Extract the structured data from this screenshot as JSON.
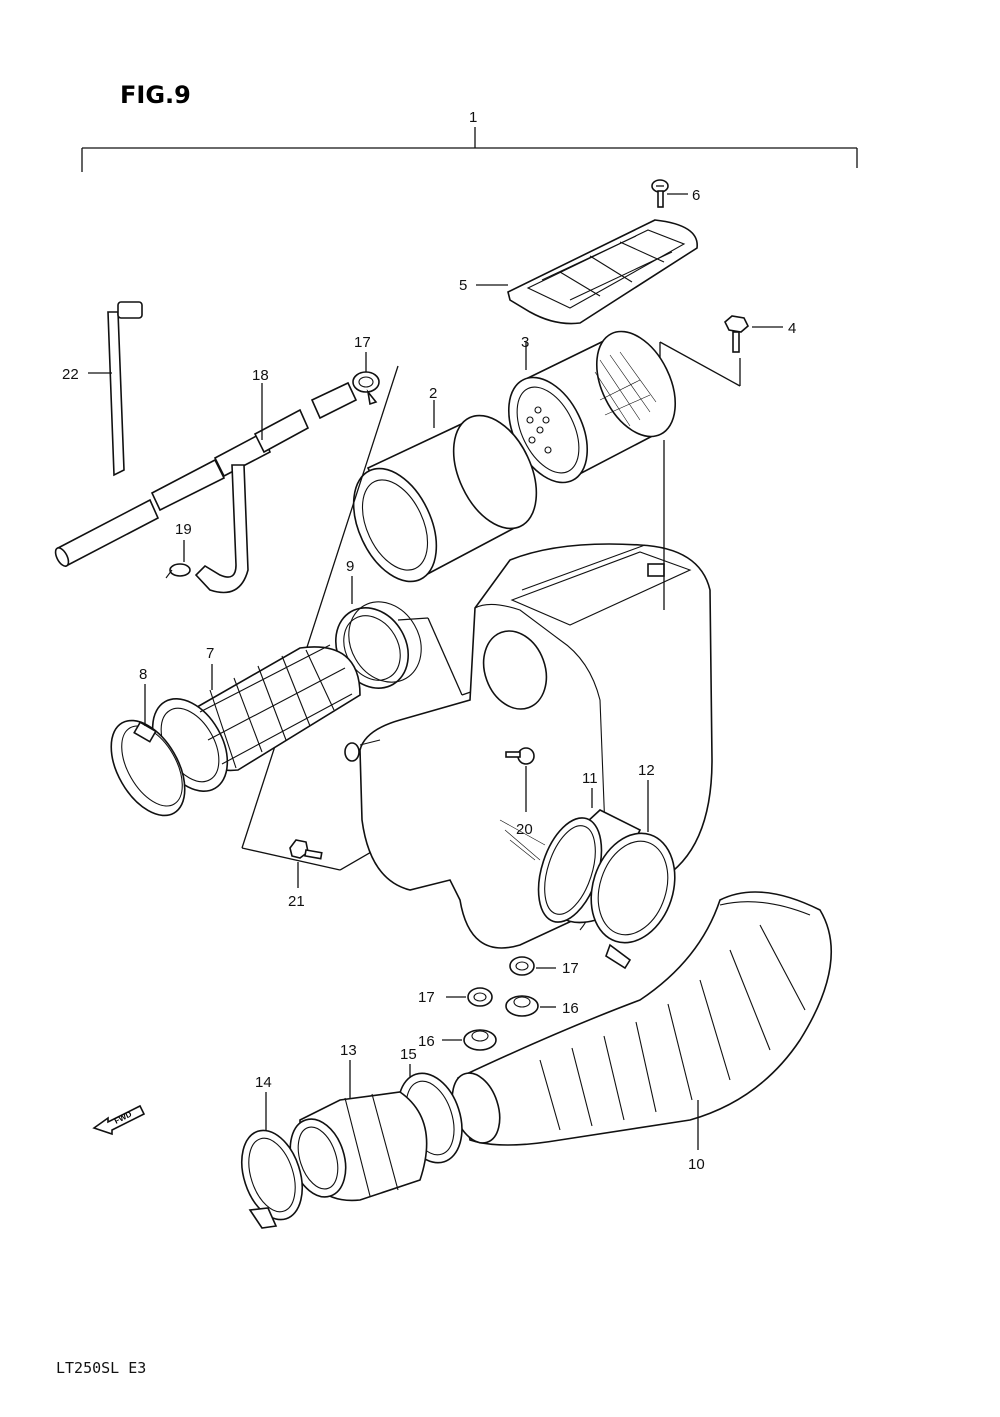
{
  "figure": {
    "title": "FIG.9",
    "model_code": "LT250SL  E3",
    "fwd_label": "FWD"
  },
  "callouts": {
    "c1": "1",
    "c2": "2",
    "c3": "3",
    "c4": "4",
    "c5": "5",
    "c6": "6",
    "c7": "7",
    "c8": "8",
    "c9": "9",
    "c10": "10",
    "c11": "11",
    "c12": "12",
    "c13": "13",
    "c14": "14",
    "c15": "15",
    "c16a": "16",
    "c16b": "16",
    "c17a": "17",
    "c17b": "17",
    "c17c": "17",
    "c18": "18",
    "c19": "19",
    "c20": "20",
    "c21": "21",
    "c22": "22"
  }
}
